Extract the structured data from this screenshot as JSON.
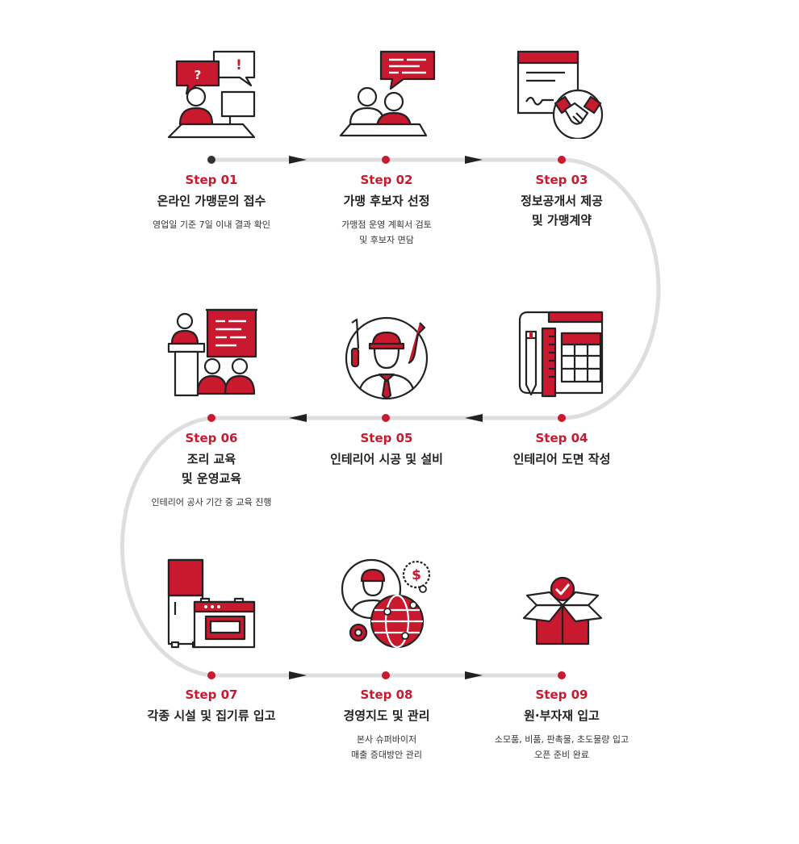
{
  "steps": [
    {
      "label": "Step 01",
      "title": "온라인 가맹문의 접수",
      "desc": "영업일 기준 7일 이내 결과 확인"
    },
    {
      "label": "Step 02",
      "title": "가맹 후보자 선정",
      "desc": "가맹점 운영 계획서 검토\n및 후보자 면담"
    },
    {
      "label": "Step 03",
      "title": "정보공개서 제공\n및 가맹계약",
      "desc": ""
    },
    {
      "label": "Step 04",
      "title": "인테리어 도면 작성",
      "desc": ""
    },
    {
      "label": "Step 05",
      "title": "인테리어 시공 및 설비",
      "desc": ""
    },
    {
      "label": "Step 06",
      "title": "조리 교육\n및 운영교육",
      "desc": "인테리어 공사 기간 중 교육 진행"
    },
    {
      "label": "Step 07",
      "title": "각종 시설 및 집기류 입고",
      "desc": ""
    },
    {
      "label": "Step 08",
      "title": "경영지도 및 관리",
      "desc": "본사 슈퍼바이저\n매출 증대방안 관리"
    },
    {
      "label": "Step 09",
      "title": "원·부자재 입고",
      "desc": "소모품, 비품, 판촉물, 초도물량 입고\n오픈 준비 완료"
    }
  ],
  "icons": {
    "s1": "inquiry-chat-icon",
    "s2": "candidate-interview-icon",
    "s3": "contract-handshake-icon",
    "s4": "blueprint-drawing-icon",
    "s5": "construction-worker-icon",
    "s6": "training-lecture-icon",
    "s7": "kitchen-equipment-icon",
    "s8": "management-global-icon",
    "s9": "supply-box-icon",
    "s1_q": "?",
    "s1_ex": "!",
    "s8_dollar": "$"
  },
  "colors": {
    "accent": "#c8192e",
    "line": "#dedede",
    "dark": "#222222",
    "dot_start": "#333333"
  }
}
